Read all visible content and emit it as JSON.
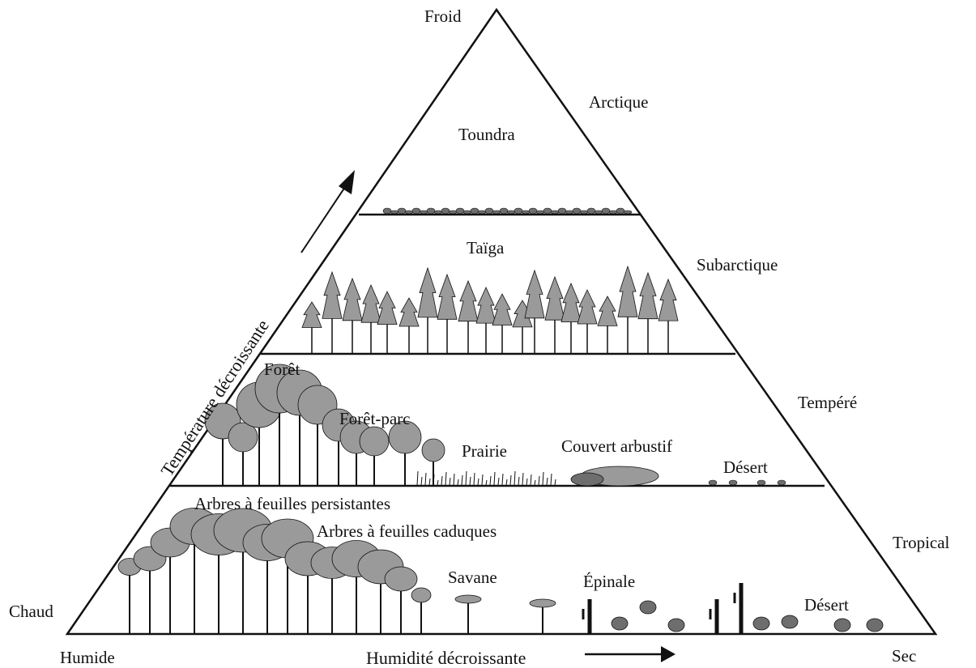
{
  "corners": {
    "top": "Froid",
    "left": "Chaud",
    "bottom_left": "Humide",
    "bottom_right": "Sec"
  },
  "axes": {
    "temperature": "Température décroissante",
    "humidity": "Humidité décroissante"
  },
  "zones": {
    "arctic": "Arctique",
    "subarctic": "Subarctique",
    "temperate": "Tempéré",
    "tropical": "Tropical"
  },
  "biomes": {
    "tundra": "Toundra",
    "taiga": "Taïga",
    "forest": "Forêt",
    "parkland": "Forêt-parc",
    "prairie": "Prairie",
    "shrubland": "Couvert arbustif",
    "temperate_desert": "Désert",
    "evergreen": "Arbres à feuilles persistantes",
    "deciduous": "Arbres à feuilles caduques",
    "savanna": "Savane",
    "thorn": "Épinale",
    "tropical_desert": "Désert"
  },
  "colors": {
    "line": "#111111",
    "foliage": "#9a9a9a",
    "foliage_dark": "#6e6e6e"
  }
}
